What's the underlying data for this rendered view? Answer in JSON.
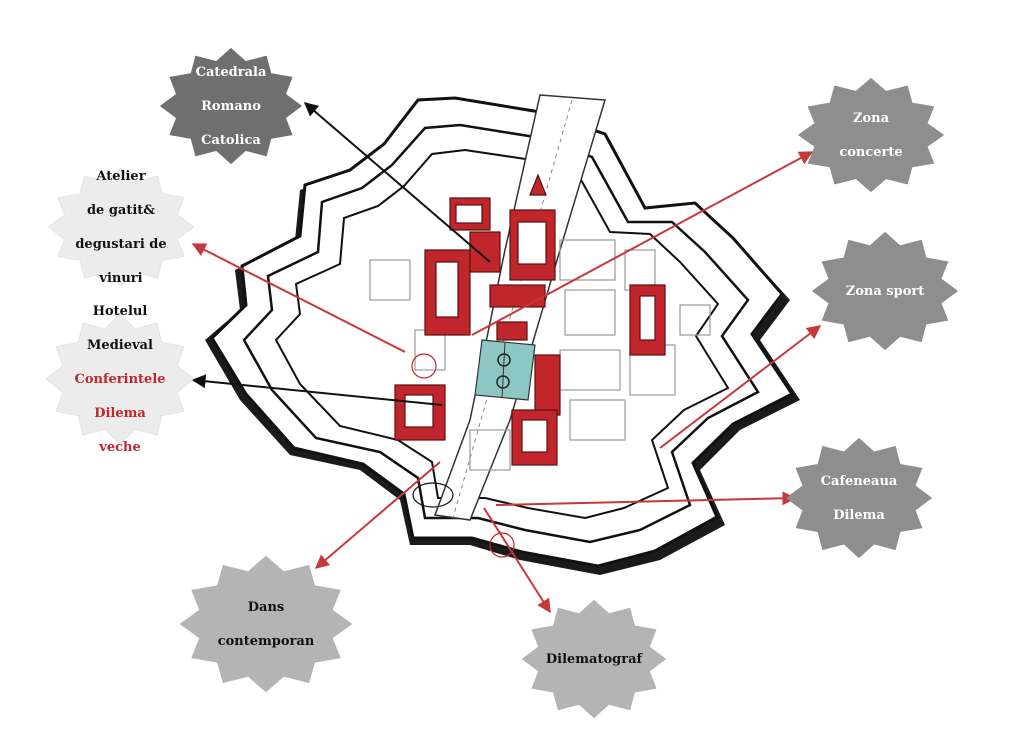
{
  "colors": {
    "red_arrow": "#c8373a",
    "black_arrow": "#111111",
    "building_red": "#c0262b",
    "courtyard_teal": "#8cc7c3",
    "badge_dark": "#6f6f6f",
    "badge_mid": "#8e8e8e",
    "badge_light": "#b4b4b4",
    "badge_white": "#ececec",
    "accent_text": "#c0262b"
  },
  "badges": {
    "catedrala": {
      "lines": [
        "Catedrala",
        "Romano",
        "Catolica"
      ],
      "tone": "dark",
      "text_color": "#ffffff"
    },
    "zona_concerte": {
      "lines": [
        "Zona",
        "concerte"
      ],
      "tone": "mid",
      "text_color": "#ffffff"
    },
    "atelier": {
      "lines": [
        "Atelier",
        "de gatit&",
        "degustari de",
        "vinuri"
      ],
      "tone": "white",
      "text_color": "#111111"
    },
    "zona_sport": {
      "lines": [
        "Zona sport"
      ],
      "tone": "mid",
      "text_color": "#ffffff"
    },
    "hotelul": {
      "lines": [
        "Hotelul",
        "Medieval"
      ],
      "accent_lines": [
        "Conferintele",
        "Dilema",
        "veche"
      ],
      "tone": "white",
      "text_color": "#111111"
    },
    "cafeneaua": {
      "lines": [
        "Cafeneaua",
        "Dilema"
      ],
      "tone": "mid",
      "text_color": "#ffffff"
    },
    "dans": {
      "lines": [
        "Dans",
        "contemporan"
      ],
      "tone": "light",
      "text_color": "#111111"
    },
    "dilematograf": {
      "lines": [
        "Dilematograf"
      ],
      "tone": "light",
      "text_color": "#111111"
    }
  }
}
